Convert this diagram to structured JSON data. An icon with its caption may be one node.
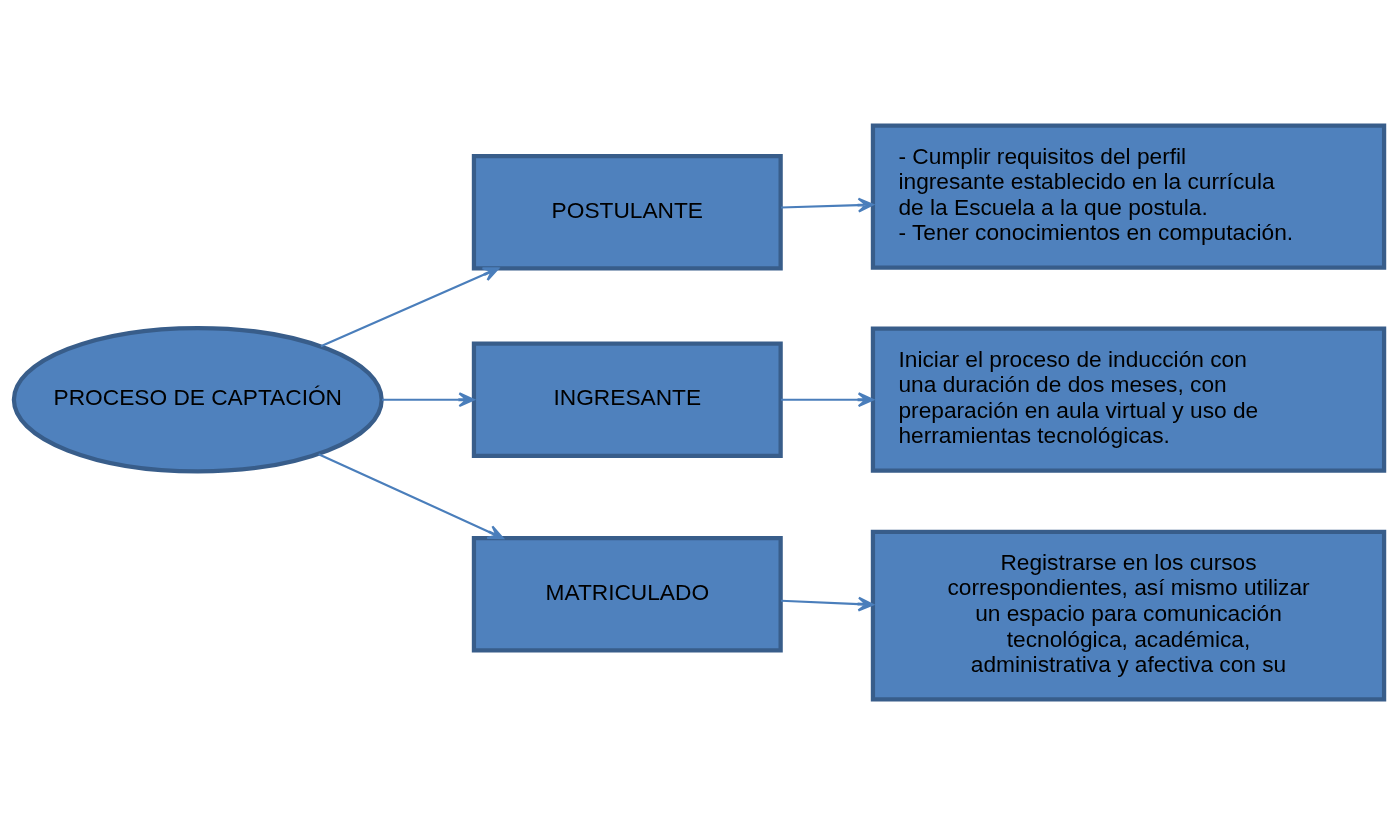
{
  "diagram": {
    "nodes": [
      {
        "text": [
          "PROCESO DE CAPTACIÓN"
        ]
      },
      {
        "text": [
          "POSTULANTE"
        ]
      },
      {
        "text": [
          "- Cumplir requisitos del perfil ingresante establecido en la currícula de la Escuela a la que postula.",
          "- Tener conocimientos en computación."
        ]
      },
      {
        "text": [
          "INGRESANTE"
        ]
      },
      {
        "text": [
          "Iniciar el proceso de inducción con una duración de dos meses, con preparación en aula virtual y uso de herramientas tecnológicas."
        ]
      },
      {
        "text": [
          "MATRICULADO"
        ]
      },
      {
        "text": [
          "Registrarse en los cursos correspondientes, así mismo utilizar un espacio para comunicación tecnológica, académica, administrativa y afectiva con su"
        ]
      }
    ],
    "edges": [
      {
        "from": 0,
        "to": 1,
        "arrow": "to"
      },
      {
        "from": 0,
        "to": 3,
        "arrow": "to"
      },
      {
        "from": 0,
        "to": 5,
        "arrow": "to"
      },
      {
        "from": 1,
        "to": 2,
        "arrow": "to"
      },
      {
        "from": 3,
        "to": 4,
        "arrow": "to"
      },
      {
        "from": 5,
        "to": 6,
        "arrow": "to"
      }
    ]
  }
}
